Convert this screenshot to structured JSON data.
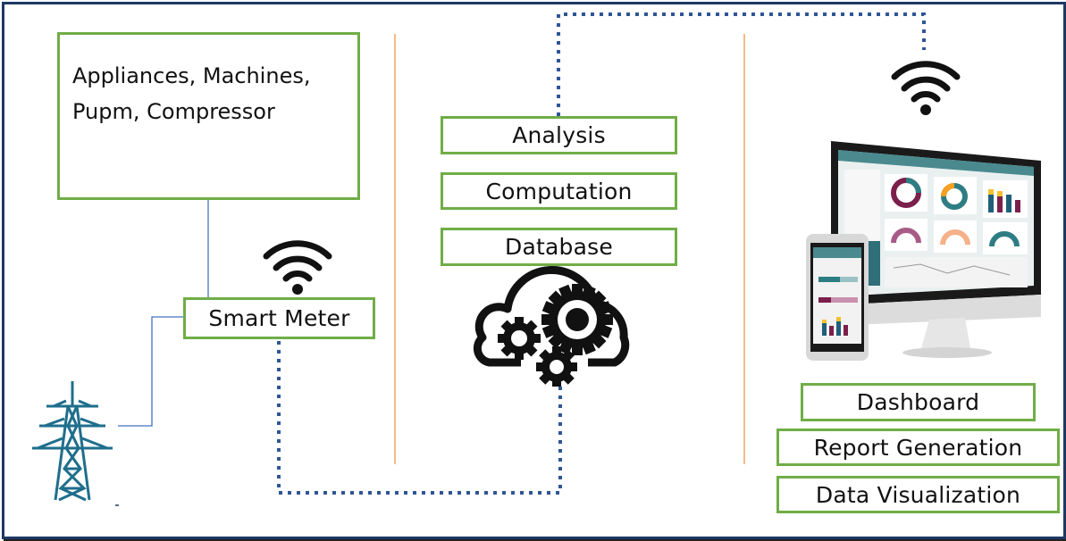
{
  "diagram": {
    "source": {
      "devices_label": "Appliances, Machines, Pupm, Compressor",
      "smart_meter_label": "Smart Meter",
      "grid_icon": "power-tower-icon",
      "wifi_icon": "wifi-icon"
    },
    "cloud": {
      "layers": [
        "Analysis",
        "Computation",
        "Database"
      ],
      "icon": "cloud-gears-icon"
    },
    "client": {
      "wifi_icon": "wifi-icon",
      "device_image": "desktop-and-phone-dashboard-icon",
      "outputs": [
        "Dashboard",
        "Report Generation",
        "Data Visualization"
      ]
    },
    "colors": {
      "frame": "#1f3864",
      "box_border": "#70ad47",
      "divider": "#f4a460",
      "dotted_link": "#2f5597",
      "wire": "#4472c4",
      "tower": "#1f6e8c"
    }
  }
}
